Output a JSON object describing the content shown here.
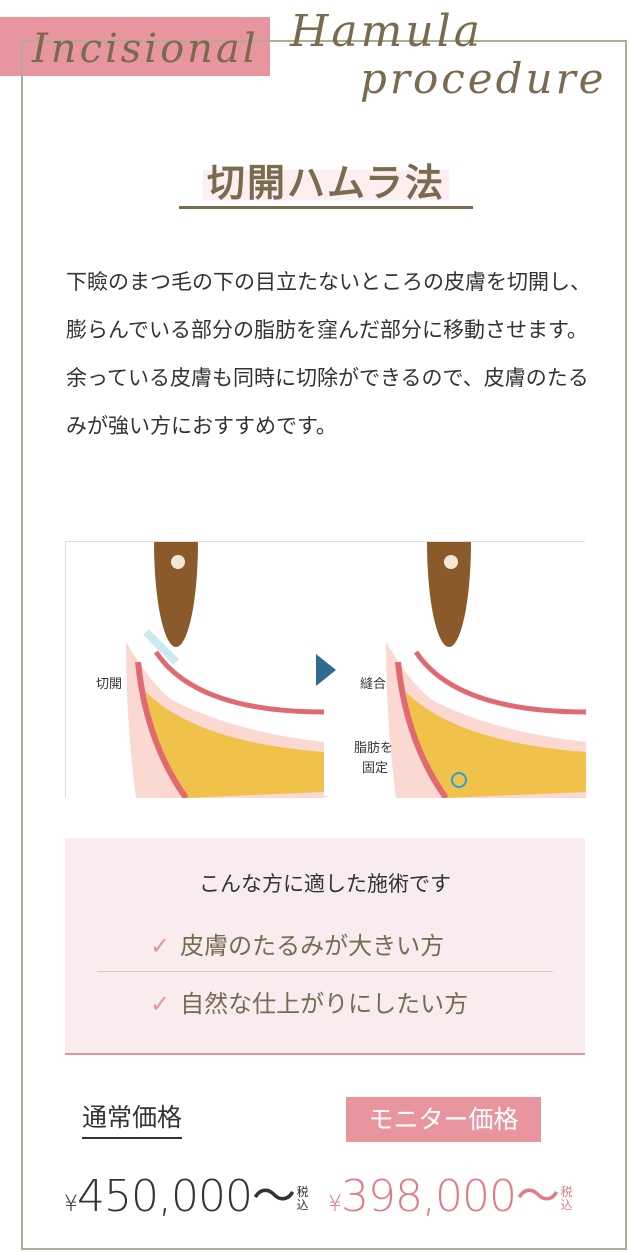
{
  "header": {
    "script_1": "Incisional",
    "script_2": "Hamula",
    "script_3": "procedure",
    "title": "切開ハムラ法"
  },
  "description": "下瞼のまつ毛の下の目立たないところの皮膚を切開し、膨らんでいる部分の脂肪を窪んだ部分に移動させます。余っている皮膚も同時に切除ができるので、皮膚のたるみが強い方におすすめです。",
  "illustration": {
    "label_before": "切開",
    "label_suture": "縫合",
    "label_fix_1": "脂肪を",
    "label_fix_2": "固定",
    "arrow_color": "#2e6b8e"
  },
  "suitable": {
    "heading": "こんな方に適した施術です",
    "items": [
      "皮膚のたるみが大きい方",
      "自然な仕上がりにしたい方"
    ]
  },
  "pricing": {
    "regular_label": "通常価格",
    "regular_price": "450,000",
    "monitor_label": "モニター価格",
    "monitor_price": "398,000",
    "yen": "¥",
    "tilde": "〜",
    "tax": "税込"
  },
  "colors": {
    "accent_pink": "#e8959f",
    "brown": "#7a6a50",
    "frame": "#b3aa94"
  }
}
